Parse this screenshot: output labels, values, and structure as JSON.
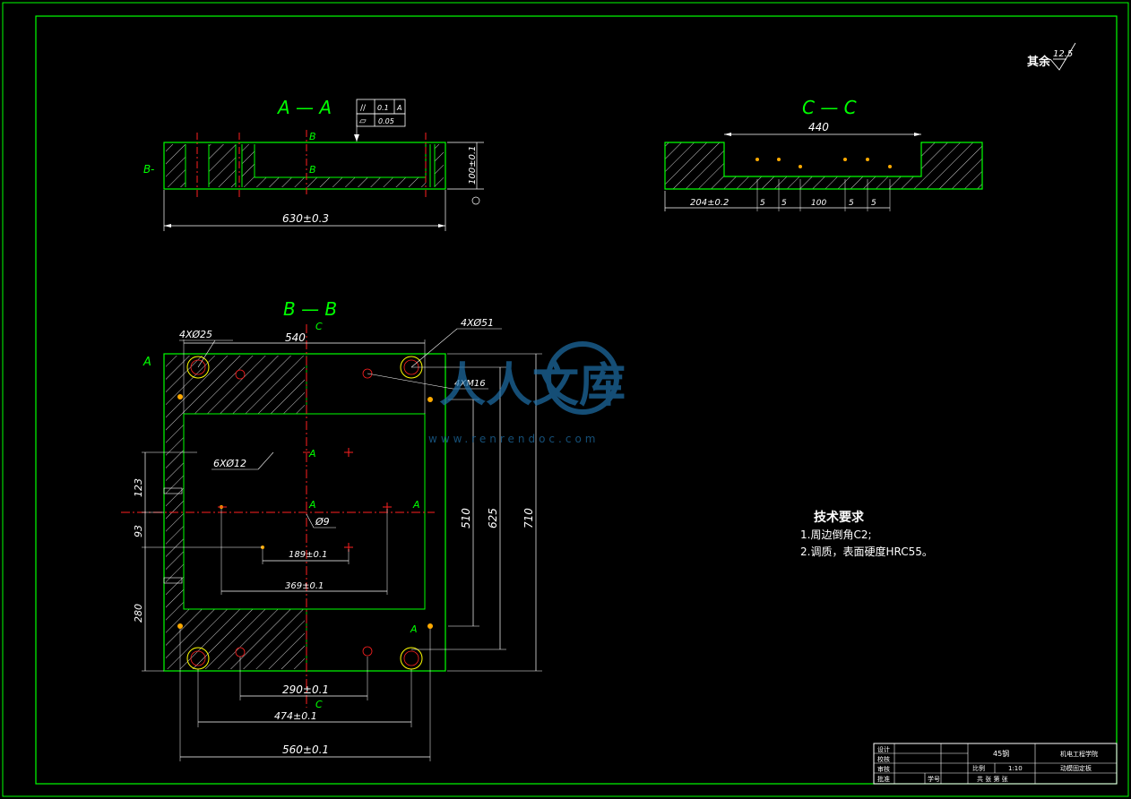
{
  "views": {
    "aa": {
      "title": "A — A",
      "width_dim": "630±0.3",
      "height_dim": "100±0.1",
      "section_marks": [
        "B",
        "B",
        "B-"
      ]
    },
    "cc": {
      "title": "C — C",
      "top_dim": "440",
      "dims": [
        "204±0.2",
        "5",
        "5",
        "100",
        "5",
        "5"
      ]
    },
    "bb": {
      "title": "B — B",
      "section_mark_c": "C",
      "dims_top": "540",
      "dims_bottom": [
        "290±0.1",
        "474±0.1",
        "560±0.1"
      ],
      "dims_inner": [
        "189±0.1",
        "369±0.1"
      ],
      "dims_right": [
        "510",
        "625",
        "710"
      ],
      "dims_left": [
        "123",
        "93",
        "280"
      ],
      "callouts": [
        "4XØ25",
        "4XØ51",
        "4XM16",
        "6XØ12",
        "Ø9"
      ],
      "marks_a": [
        "A",
        "A",
        "A",
        "A",
        "A"
      ]
    }
  },
  "roughness": {
    "label": "其余",
    "value": "12.5"
  },
  "tolerance_frame": {
    "row1": [
      "//",
      "0.1",
      "A"
    ],
    "row2": [
      "▱",
      "0.05"
    ]
  },
  "tech_requirements": {
    "heading": "技术要求",
    "items": [
      "1.周边倒角C2;",
      "2.调质，表面硬度HRC55。"
    ]
  },
  "watermark": {
    "text": "人人文库",
    "url": "www.renrendoc.com"
  },
  "title_block": {
    "labels": [
      "设计",
      "校核",
      "审核",
      "批准"
    ],
    "material": "45钢",
    "school": "机电工程学院",
    "part_name": "动模固定板",
    "scale_label": "比例",
    "scale": "1:10",
    "sheet_info": "共 张 第 张",
    "seq_label": "学号"
  },
  "colors": {
    "outline": "#00ff00",
    "centerline": "#ff2020",
    "text": "#ffffff",
    "hatch": "#ffffff",
    "hole": "#ffff00"
  }
}
